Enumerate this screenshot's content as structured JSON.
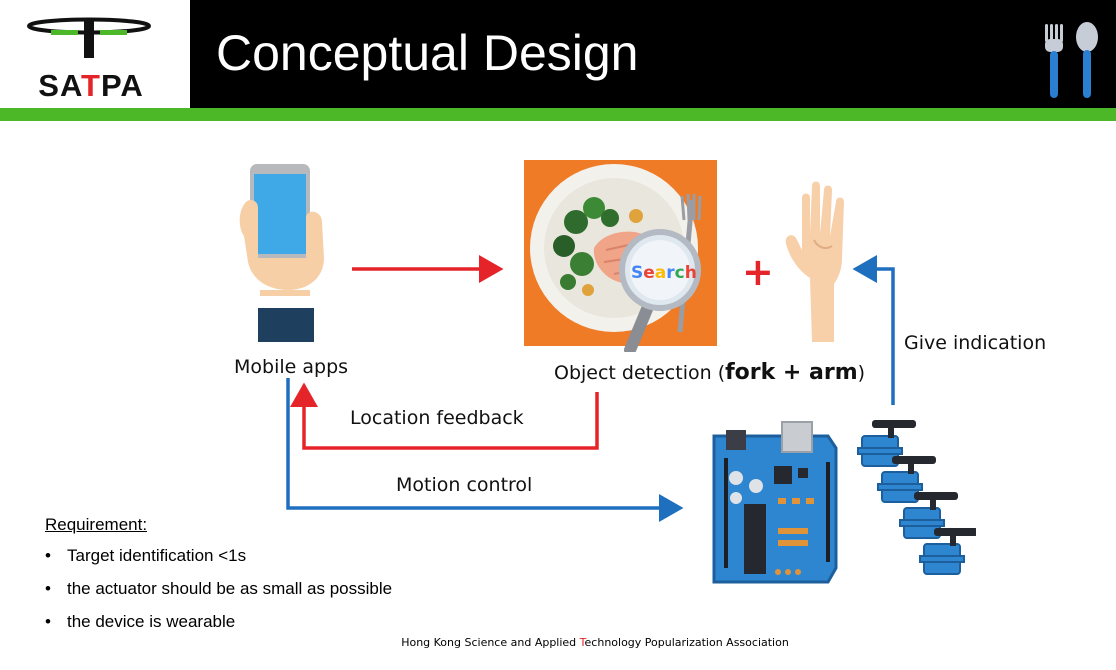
{
  "header": {
    "title": "Conceptual Design",
    "logo": {
      "text_before": "SA",
      "text_highlight": "T",
      "text_after": "PA"
    }
  },
  "diagram": {
    "nodes": {
      "mobile": {
        "label": "Mobile apps",
        "icon": "hand-holding-phone-icon"
      },
      "detection": {
        "label_prefix": "Object detection (",
        "label_bold": "fork + arm",
        "label_suffix": ")",
        "icon": "food-plate-search-icon",
        "search_text": "Search"
      },
      "arm": {
        "icon": "raised-arm-icon"
      },
      "controller": {
        "icon": "arduino-board-icon"
      },
      "actuators": {
        "icon": "servo-motors-icon"
      }
    },
    "plus_sign": "+",
    "edges": {
      "location_feedback": "Location feedback",
      "motion_control": "Motion control",
      "give_indication": "Give indication"
    }
  },
  "requirements": {
    "title": "Requirement:",
    "items": [
      "Target identification <1s",
      "the actuator should be as small as possible",
      "the device is wearable"
    ]
  },
  "footer": {
    "before": "Hong Kong Science and Applied ",
    "highlight": "T",
    "after": "echnology Popularization Association"
  },
  "colors": {
    "header_bg": "#000000",
    "accent_green": "#4cb827",
    "arrow_red": "#e5242a",
    "arrow_blue": "#1f6fbf",
    "board_blue": "#2d86cf"
  }
}
